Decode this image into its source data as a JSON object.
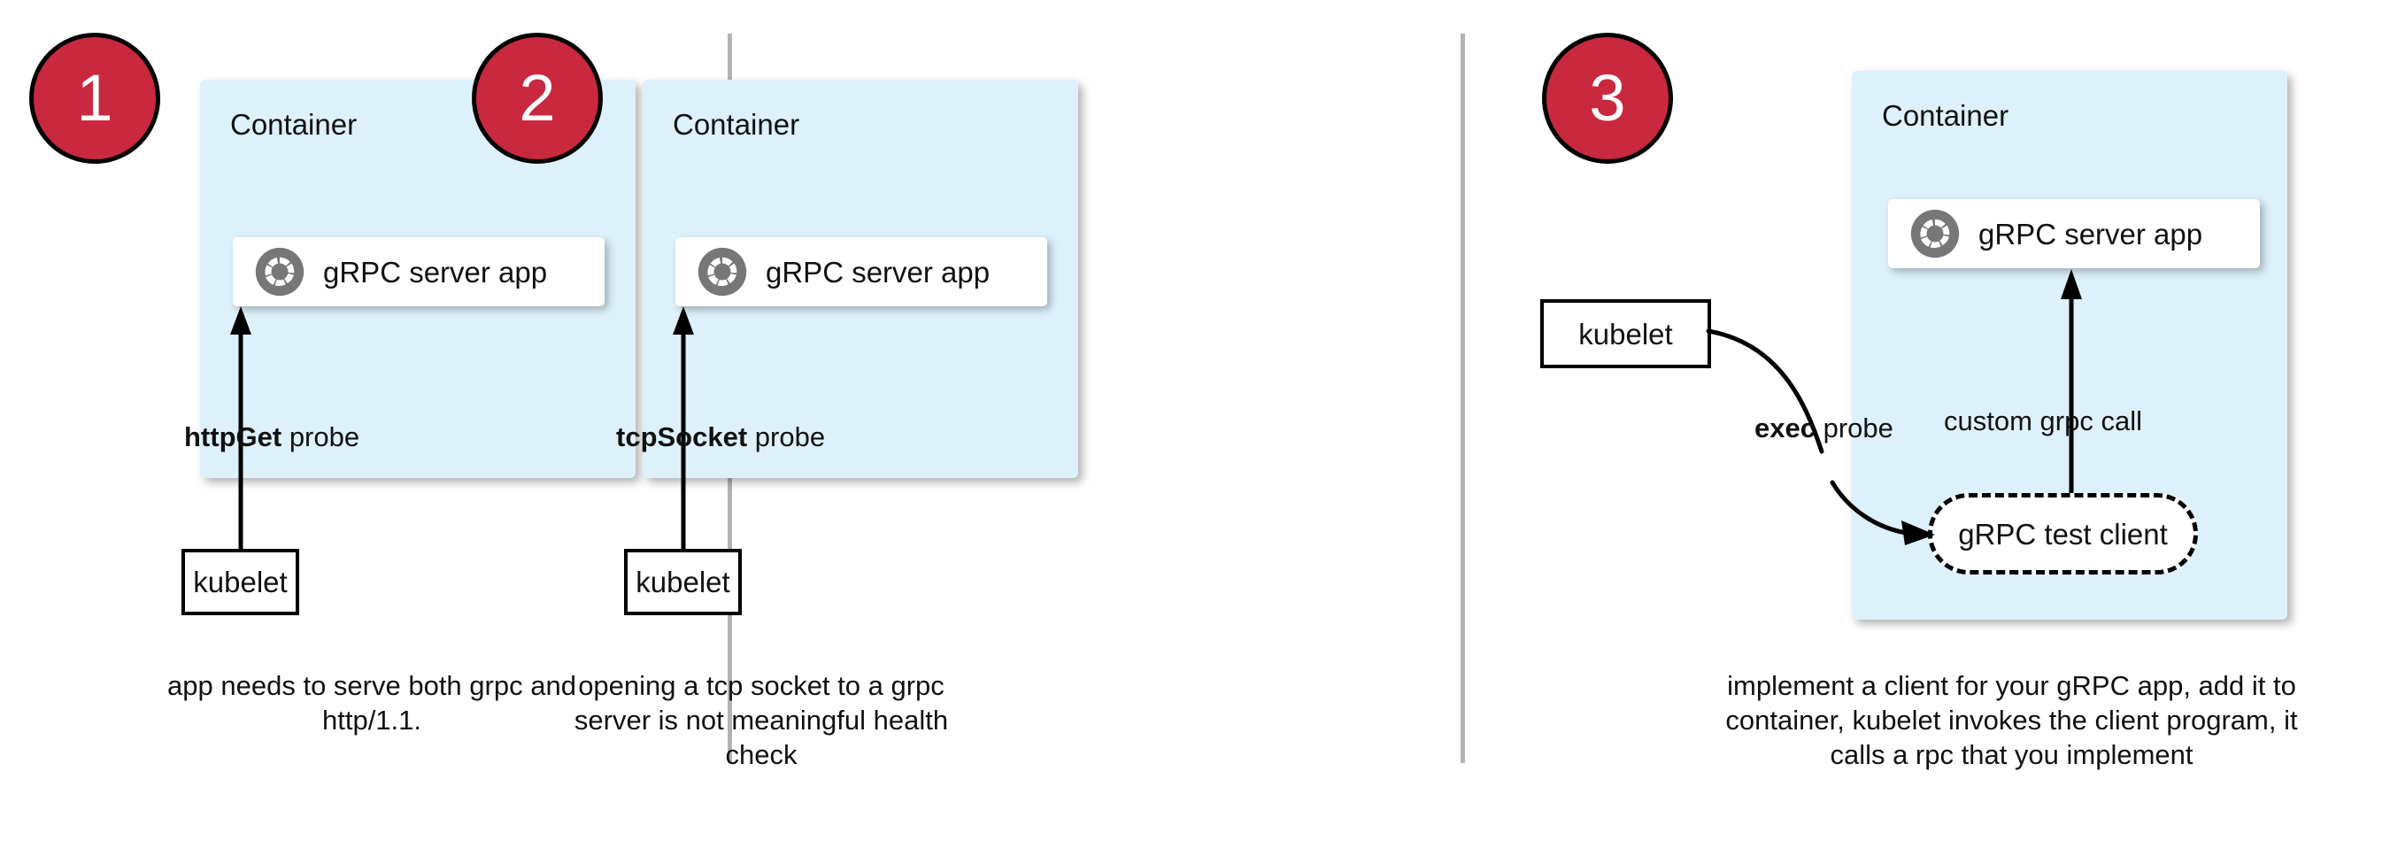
{
  "diagram": {
    "title_colors": {
      "badge_fill": "#c9283e",
      "badge_border": "#000000",
      "container_fill": "#ddf1fb",
      "app_card_fill": "#ffffff",
      "logo_gray": "#777777",
      "divider_gray": "#b3b3b3",
      "stroke": "#000000"
    }
  },
  "panels": [
    {
      "number": "1",
      "container_label": "Container",
      "app_label": "gRPC server app",
      "probe_label_bold": "httpGet",
      "probe_label_rest": " probe",
      "kubelet_label": "kubelet",
      "caption": "app needs to serve both grpc and http/1.1."
    },
    {
      "number": "2",
      "container_label": "Container",
      "app_label": "gRPC server app",
      "probe_label_bold": "tcpSocket",
      "probe_label_rest": " probe",
      "kubelet_label": "kubelet",
      "caption": "opening a tcp socket to a grpc server is not meaningful health check"
    },
    {
      "number": "3",
      "container_label": "Container",
      "app_label": "gRPC server app",
      "probe_label_bold": "exec",
      "probe_label_rest": " probe",
      "kubelet_label": "kubelet",
      "call_label": "custom grpc call",
      "test_client_label": "gRPC test client",
      "caption": "implement a client for your gRPC app, add it to container, kubelet invokes the client program, it calls a rpc that you implement"
    }
  ]
}
